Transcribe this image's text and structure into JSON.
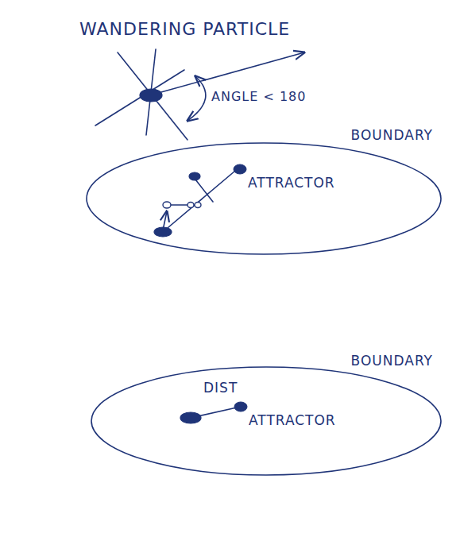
{
  "diagram": {
    "nodes": [
      {
        "text": [
          "BOUNDARY"
        ]
      },
      {
        "text": [
          "ATTRACTOR"
        ],
        "in": 0
      },
      {
        "text": [
          "BOUNDARY"
        ]
      },
      {
        "text": [
          "ATTRACTOR"
        ],
        "in": 2
      }
    ],
    "labels": [
      "WANDERING PARTICLE",
      "ANGLE < 180",
      "DIST"
    ]
  }
}
